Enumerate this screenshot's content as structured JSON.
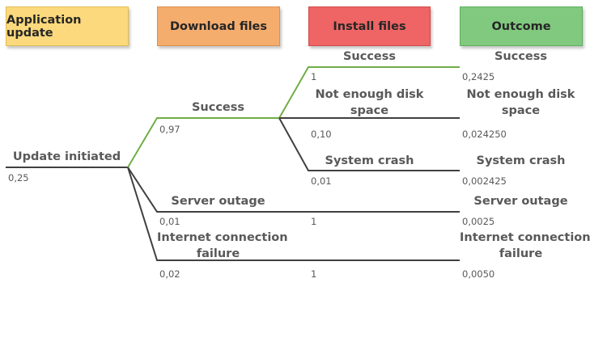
{
  "headers": [
    {
      "label": "Application update",
      "color": "#fbd97c"
    },
    {
      "label": "Download files",
      "color": "#f5ad6e"
    },
    {
      "label": "Install files",
      "color": "#ef6464"
    },
    {
      "label": "Outcome",
      "color": "#80c97e"
    }
  ],
  "colors": {
    "highlight_path": "#70ad47",
    "branch": "#404040"
  },
  "root": {
    "label": "Update initiated",
    "probability": "0,25"
  },
  "download": {
    "success": {
      "label": "Success",
      "probability": "0,97"
    },
    "server_outage": {
      "label": "Server outage",
      "probability": "0,01"
    },
    "internet_failure": {
      "label_line1": "Internet connection",
      "label_line2": "failure",
      "probability": "0,02"
    }
  },
  "install": {
    "success": {
      "label": "Success",
      "probability": "1"
    },
    "disk_space": {
      "label_line1": "Not enough disk",
      "label_line2": "space",
      "probability": "0,10"
    },
    "system_crash": {
      "label": "System crash",
      "probability": "0,01"
    },
    "server_outage_probability": "1",
    "internet_failure_probability": "1"
  },
  "outcomes": {
    "success": {
      "label": "Success",
      "value": "0,2425"
    },
    "disk_space": {
      "label_line1": "Not enough disk",
      "label_line2": "space",
      "value": "0,024250"
    },
    "system_crash": {
      "label": "System crash",
      "value": "0,002425"
    },
    "server_outage": {
      "label": "Server outage",
      "value": "0,0025"
    },
    "internet_failure": {
      "label_line1": "Internet connection",
      "label_line2": "failure",
      "value": "0,0050"
    }
  }
}
